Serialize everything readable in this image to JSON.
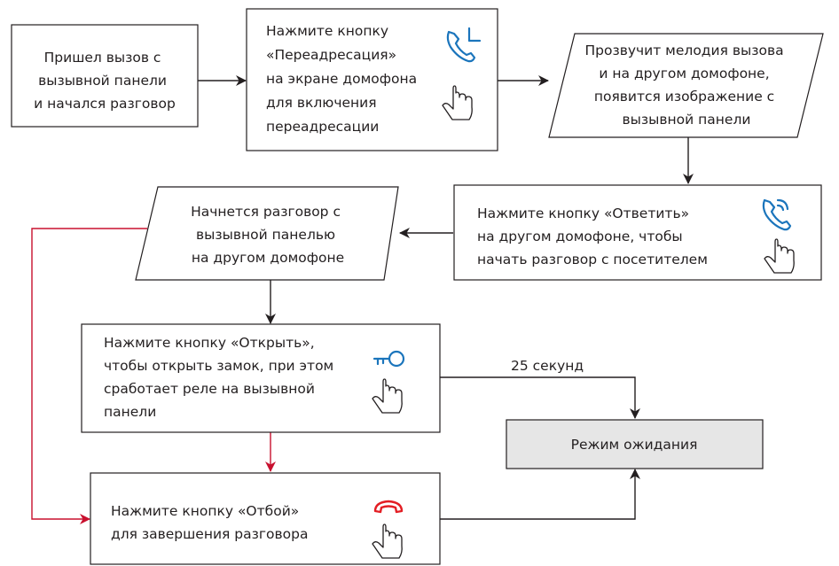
{
  "nodes": {
    "call_start": {
      "lines": [
        "Пришел вызов с",
        "вызывной панели",
        "и начался разговор"
      ]
    },
    "press_forward": {
      "lines": [
        "Нажмите кнопку",
        "«Переадресация»",
        "на экране домофона",
        "для включения",
        "переадресации"
      ]
    },
    "melody_other": {
      "lines": [
        "Прозвучит мелодия вызова",
        "и на другом домофоне,",
        "появится изображение с",
        "вызывной панели"
      ]
    },
    "press_answer": {
      "lines": [
        "Нажмите кнопку «Ответить»",
        "на другом домофоне, чтобы",
        "начать разговор с посетителем"
      ]
    },
    "talk_other": {
      "lines": [
        "Начнется разговор с",
        "вызывной панелью",
        "на другом домофоне"
      ]
    },
    "press_open": {
      "lines": [
        "Нажмите кнопку «Открыть»,",
        "чтобы открыть замок, при этом",
        "сработает реле на вызывной",
        "панели"
      ]
    },
    "standby": {
      "lines": [
        "Режим ожидания"
      ]
    },
    "press_hangup": {
      "lines": [
        "Нажмите кнопку «Отбой»",
        "для завершения разговора"
      ]
    }
  },
  "edge_labels": {
    "timeout": "25 секунд"
  },
  "icons": {
    "forward": "call-forward-icon",
    "answer": "answer-call-icon",
    "open": "key-icon",
    "hangup": "hang-up-icon",
    "tap": "hand-tap-icon"
  },
  "colors": {
    "icon_blue": "#1b75bc",
    "icon_red": "#e31e24",
    "path_red": "#c8102e",
    "standby_fill": "#e6e6e6"
  }
}
